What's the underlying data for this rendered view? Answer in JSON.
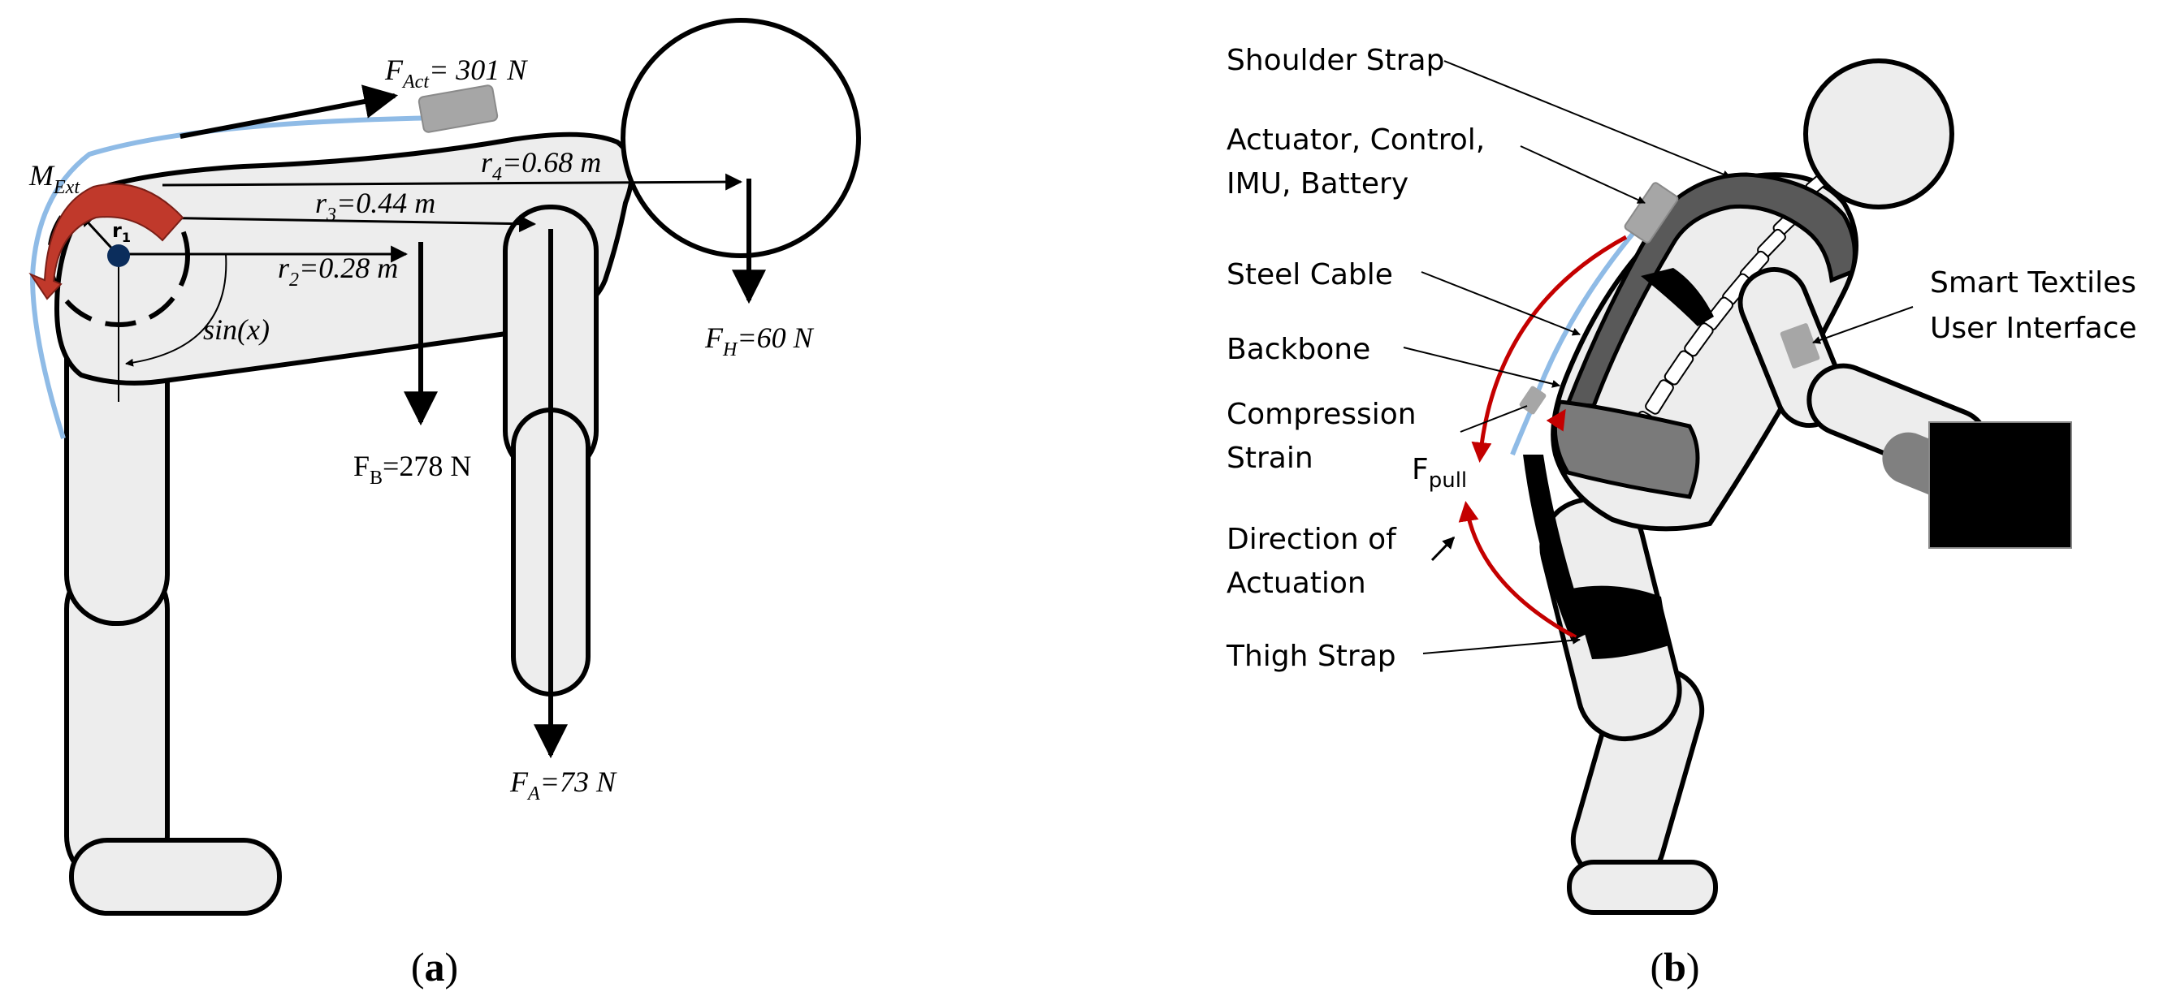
{
  "panel_a": {
    "caption": {
      "open": "(",
      "letter": "a",
      "close": ")"
    },
    "labels": {
      "f_act": {
        "symbol": "F",
        "sub": "Act",
        "value": "= 301 N"
      },
      "m_ext": {
        "symbol": "M",
        "sub": "Ext"
      },
      "r1": {
        "symbol": "r",
        "sub": "1"
      },
      "r2": {
        "symbol": "r",
        "sub": "2",
        "value": "=0.28 m"
      },
      "r3": {
        "symbol": "r",
        "sub": "3",
        "value": "=0.44 m"
      },
      "r4": {
        "symbol": "r",
        "sub": "4",
        "value": "=0.68 m"
      },
      "sin": "sin(x)",
      "f_b": {
        "symbol": "F",
        "sub": "B",
        "value": "=278 N"
      },
      "f_a": {
        "symbol": "F",
        "sub": "A",
        "value": "=73 N"
      },
      "f_h": {
        "symbol": "F",
        "sub": "H",
        "value": "=60 N"
      }
    }
  },
  "panel_b": {
    "caption": {
      "open": "(",
      "letter": "b",
      "close": ")"
    },
    "labels": {
      "shoulder_strap": "Shoulder Strap",
      "actuator_line1": "Actuator, Control,",
      "actuator_line2": "IMU, Battery",
      "steel_cable": "Steel Cable",
      "backbone": "Backbone",
      "compression_line1": "Compression",
      "compression_line2": "Strain",
      "f_pull": {
        "symbol": "F",
        "sub": "pull"
      },
      "direction_line1": "Direction of",
      "direction_line2": "Actuation",
      "thigh_strap": "Thigh Strap",
      "smart_line1": "Smart Textiles",
      "smart_line2": "User Interface"
    }
  },
  "colors": {
    "limb_fill": "#ededed",
    "outline": "#000000",
    "cable_blue": "#8fbbe6",
    "moment_red": "#c0392b",
    "pull_red": "#c40000",
    "actuator_gray": "#a6a6a6",
    "joint_navy": "#0b2d5c",
    "strap_dark": "#595959"
  }
}
